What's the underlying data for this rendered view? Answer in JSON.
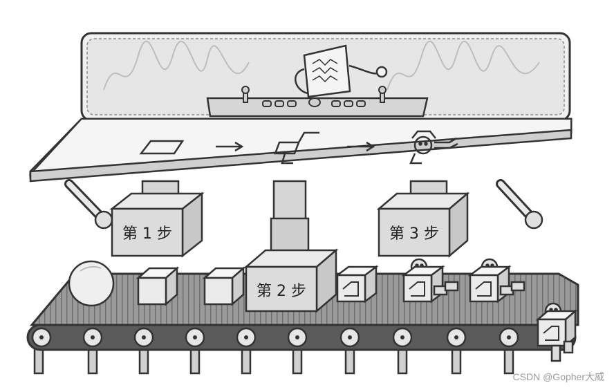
{
  "steps": {
    "step1": "第 1 步",
    "step2": "第 2 步",
    "step3": "第 3 步"
  },
  "watermark": "CSDN @Gopher大威",
  "colors": {
    "outline": "#333333",
    "panel": "#ececec",
    "box": "#d8d8d8",
    "belt": "#8a8a8a",
    "white": "#ffffff"
  }
}
